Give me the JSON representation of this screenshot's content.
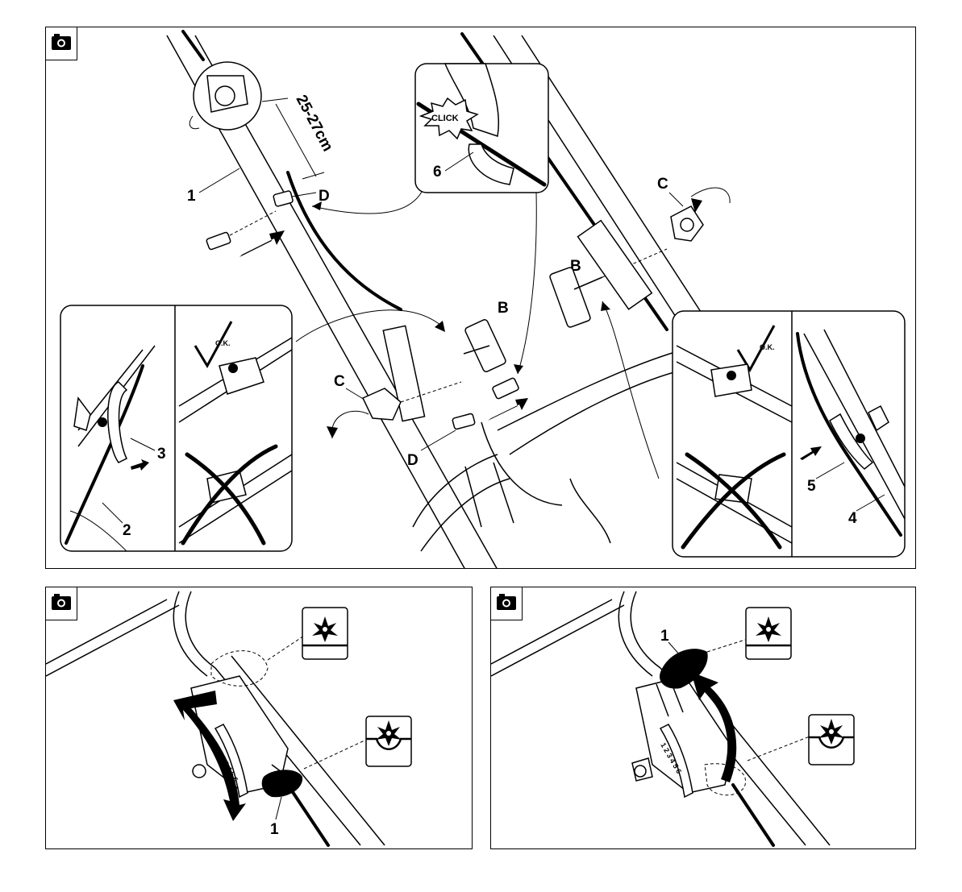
{
  "panels": {
    "top": {
      "labels": {
        "one": "1",
        "two": "2",
        "three": "3",
        "four": "4",
        "five": "5",
        "six": "6",
        "b_top": "B",
        "b_right": "B",
        "c_left": "C",
        "c_right": "C",
        "d_top": "D",
        "d_bottom": "D",
        "dimension": "25-27cm",
        "click": "CLICK",
        "ok_left": "O.K.",
        "ok_right": "O.K."
      },
      "icons": [
        "camera-icon",
        "arrow-icon",
        "check-icon",
        "cross-icon"
      ]
    },
    "bottom_left": {
      "labels": {
        "one": "1",
        "dial_numbers": "1 2 3 4 5 6"
      },
      "icons": [
        "camera-icon",
        "blade-engaged-icon",
        "blade-disengaged-icon",
        "rotate-arrow-icon"
      ]
    },
    "bottom_right": {
      "labels": {
        "one": "1",
        "dial_numbers": "1 2 3 4 5 6"
      },
      "icons": [
        "camera-icon",
        "blade-engaged-icon",
        "blade-disengaged-icon",
        "rotate-arrow-icon"
      ]
    }
  }
}
